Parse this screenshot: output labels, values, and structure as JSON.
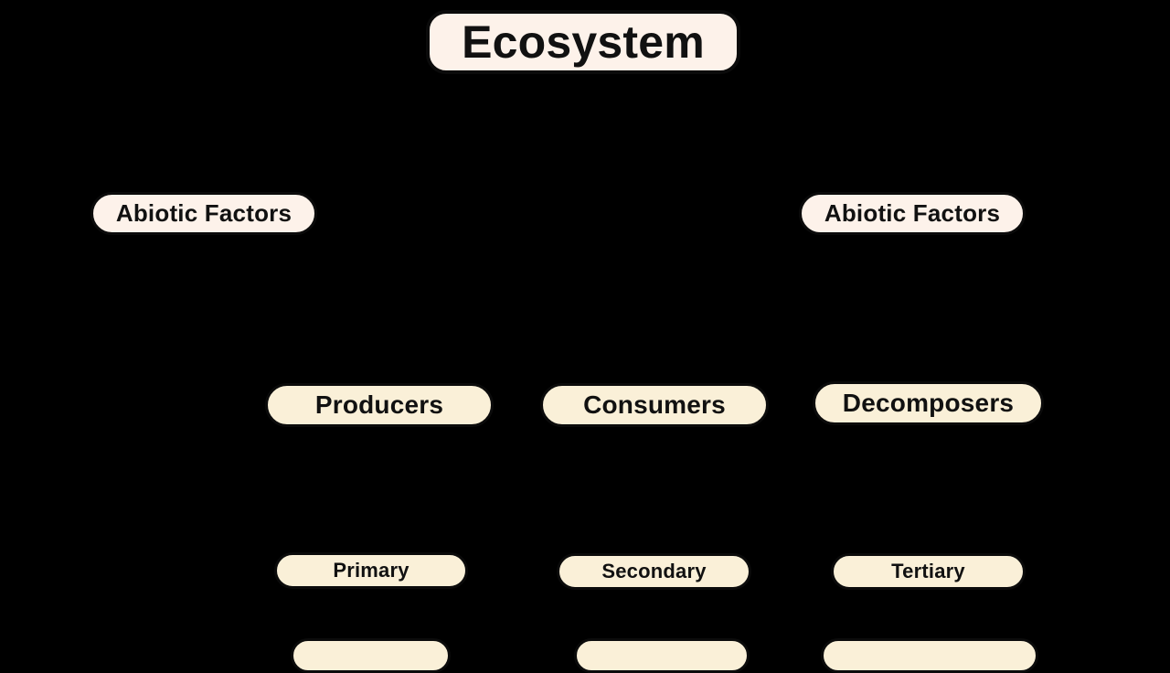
{
  "diagram": {
    "title": "Ecosystem",
    "background_color": "#000000",
    "node_fill_primary": "#FDF2EA",
    "node_fill_secondary": "#FAF0D8",
    "node_border_color": "#0B0B0B",
    "text_color": "#111111",
    "root": {
      "label": "Ecosystem"
    },
    "factors": [
      {
        "label": "Abiotic Factors"
      },
      {
        "label": "Abiotic Factors"
      }
    ],
    "groups": [
      {
        "label": "Producers"
      },
      {
        "label": "Consumers"
      },
      {
        "label": "Decomposers"
      }
    ],
    "levels": [
      {
        "label": "Primary"
      },
      {
        "label": "Secondary"
      },
      {
        "label": "Tertiary"
      }
    ],
    "clipped_row": [
      {
        "label": ""
      },
      {
        "label": ""
      },
      {
        "label": ""
      }
    ]
  }
}
